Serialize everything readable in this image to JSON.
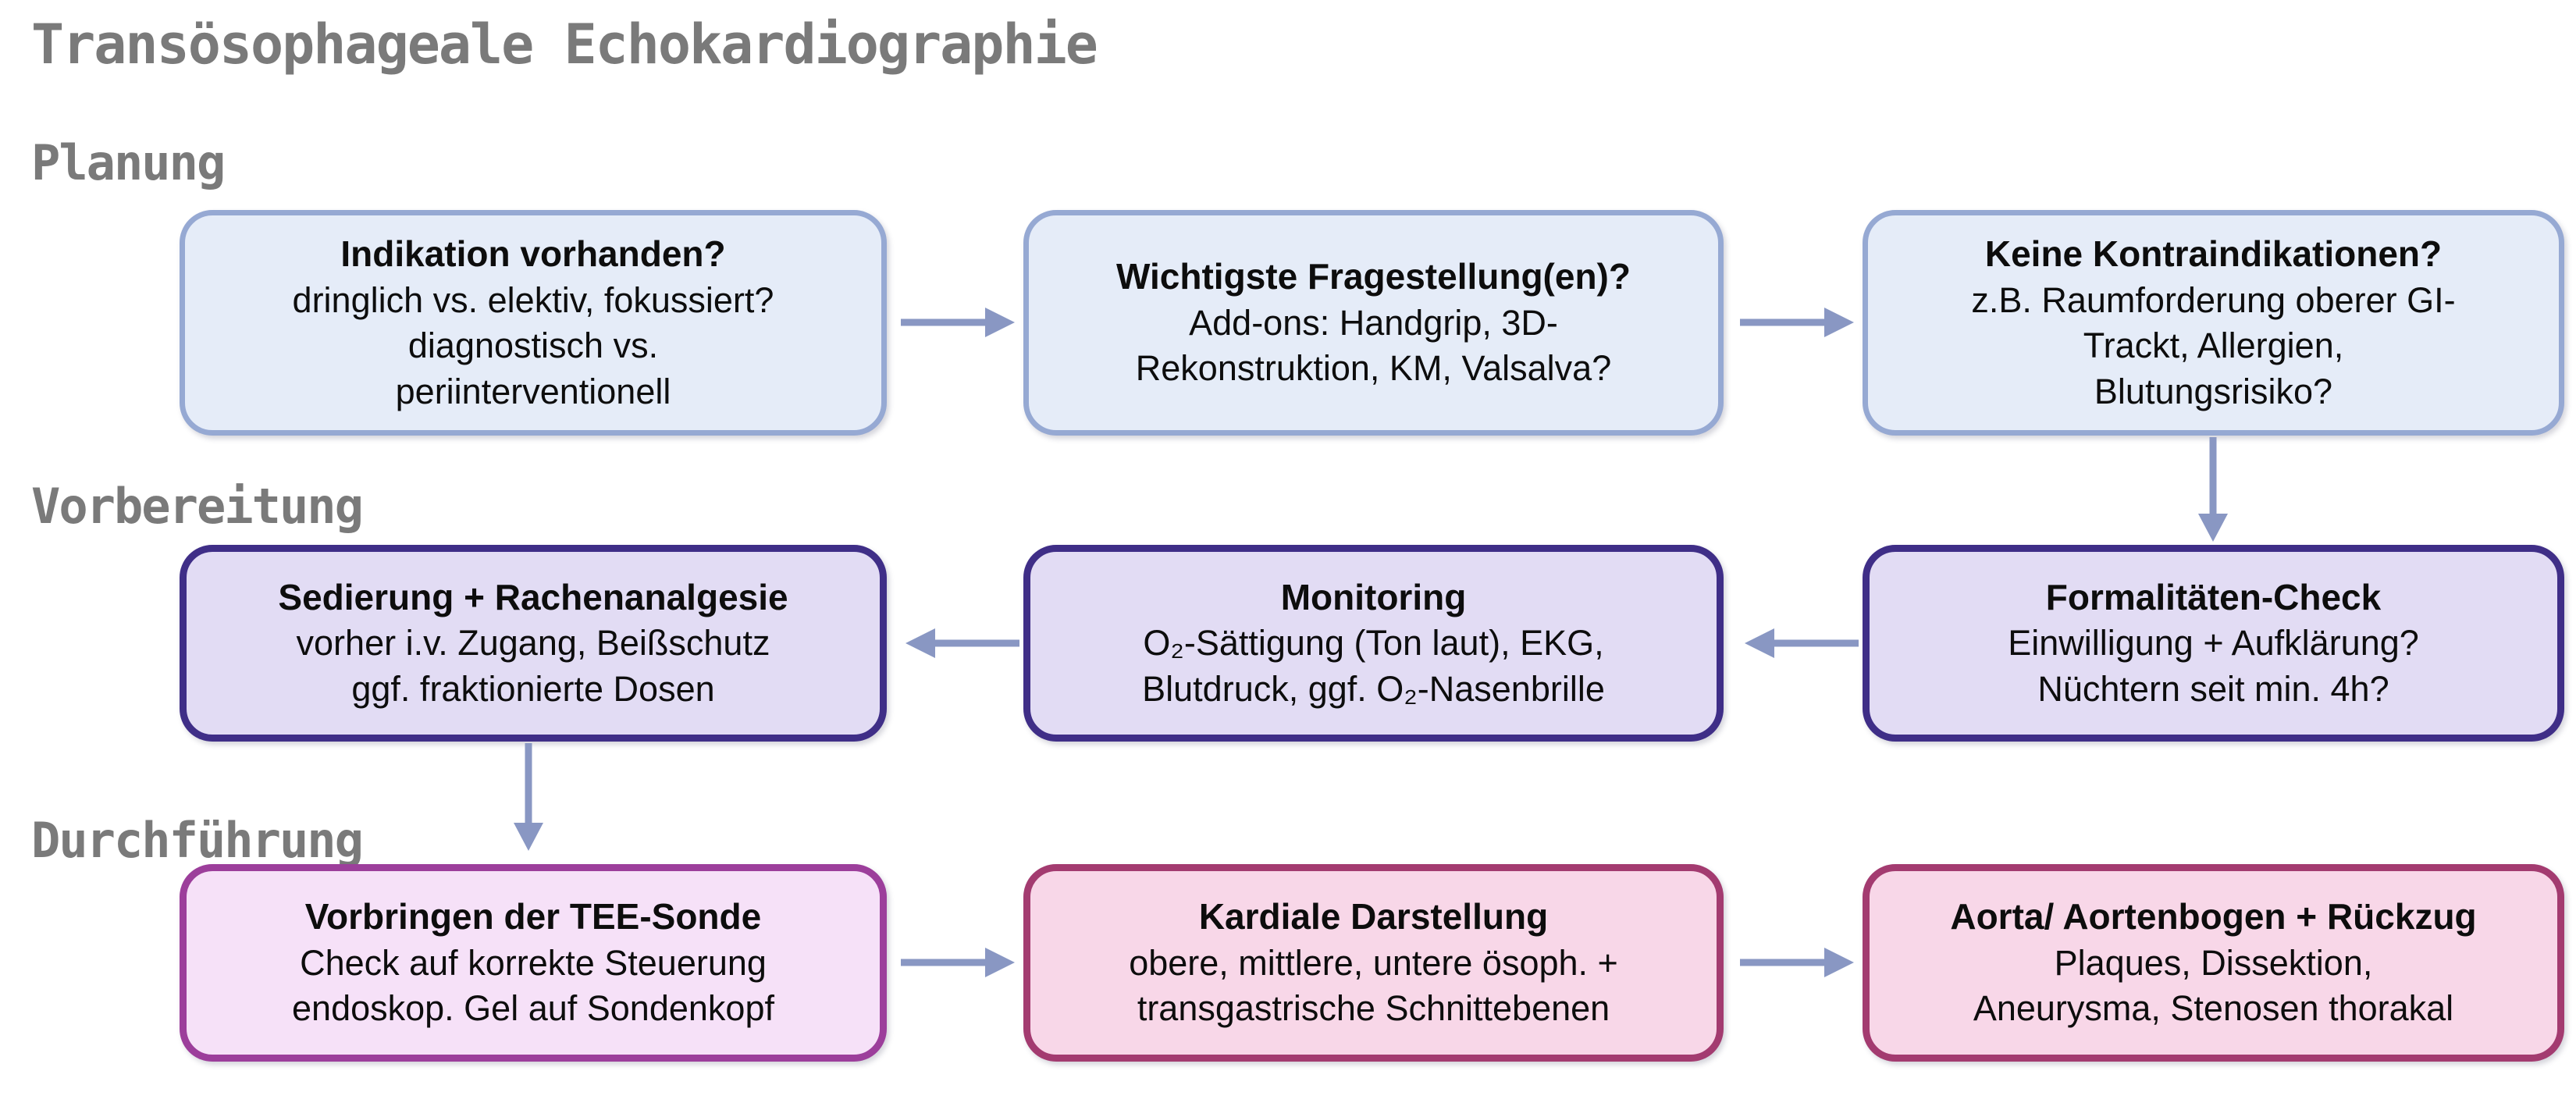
{
  "title": "Transösophageale Echokardiographie",
  "sections": {
    "planung": {
      "label": "Planung"
    },
    "vorbereitung": {
      "label": "Vorbereitung"
    },
    "durchfuehrung": {
      "label": "Durchführung"
    }
  },
  "boxes": {
    "indikation": {
      "title": "Indikation vorhanden?",
      "body": "dringlich vs. elektiv, fokussiert?\ndiagnostisch vs.\nperiinterventionell"
    },
    "fragestellung": {
      "title": "Wichtigste Fragestellung(en)?",
      "body": "Add-ons: Handgrip, 3D-\nRekonstruktion, KM, Valsalva?"
    },
    "kontraindikationen": {
      "title": "Keine Kontraindikationen?",
      "body": "z.B. Raumforderung oberer GI-\nTrackt, Allergien,\nBlutungsrisiko?"
    },
    "sedierung": {
      "title": "Sedierung + Rachenanalgesie",
      "body": "vorher i.v. Zugang, Beißschutz\nggf. fraktionierte Dosen"
    },
    "monitoring": {
      "title": "Monitoring",
      "body": "O₂-Sättigung (Ton laut), EKG,\nBlutdruck, ggf. O₂-Nasenbrille"
    },
    "formalitaeten": {
      "title": "Formalitäten-Check",
      "body": "Einwilligung + Aufklärung?\nNüchtern seit min. 4h?"
    },
    "sonde": {
      "title": "Vorbringen der TEE-Sonde",
      "body": "Check auf korrekte Steuerung\nendoskop. Gel auf Sondenkopf"
    },
    "kardial": {
      "title": "Kardiale Darstellung",
      "body": "obere, mittlere, untere ösoph. +\ntransgastrische Schnittebenen"
    },
    "aorta": {
      "title": "Aorta/ Aortenbogen + Rückzug",
      "body": "Plaques, Dissektion,\nAneurysma, Stenosen thorakal"
    }
  },
  "colors": {
    "label_gray": "#7a7a7a",
    "arrow": "#8997c3",
    "row1_fill": "#e5ecf8",
    "row1_border": "#96a9d3",
    "row2_fill": "#e2dcf4",
    "row2_border": "#3f2e87",
    "row3a_fill": "#f6e1f8",
    "row3a_border": "#9c3e9b",
    "row3b_fill": "#f8d7e8",
    "row3b_border": "#a33b70"
  }
}
